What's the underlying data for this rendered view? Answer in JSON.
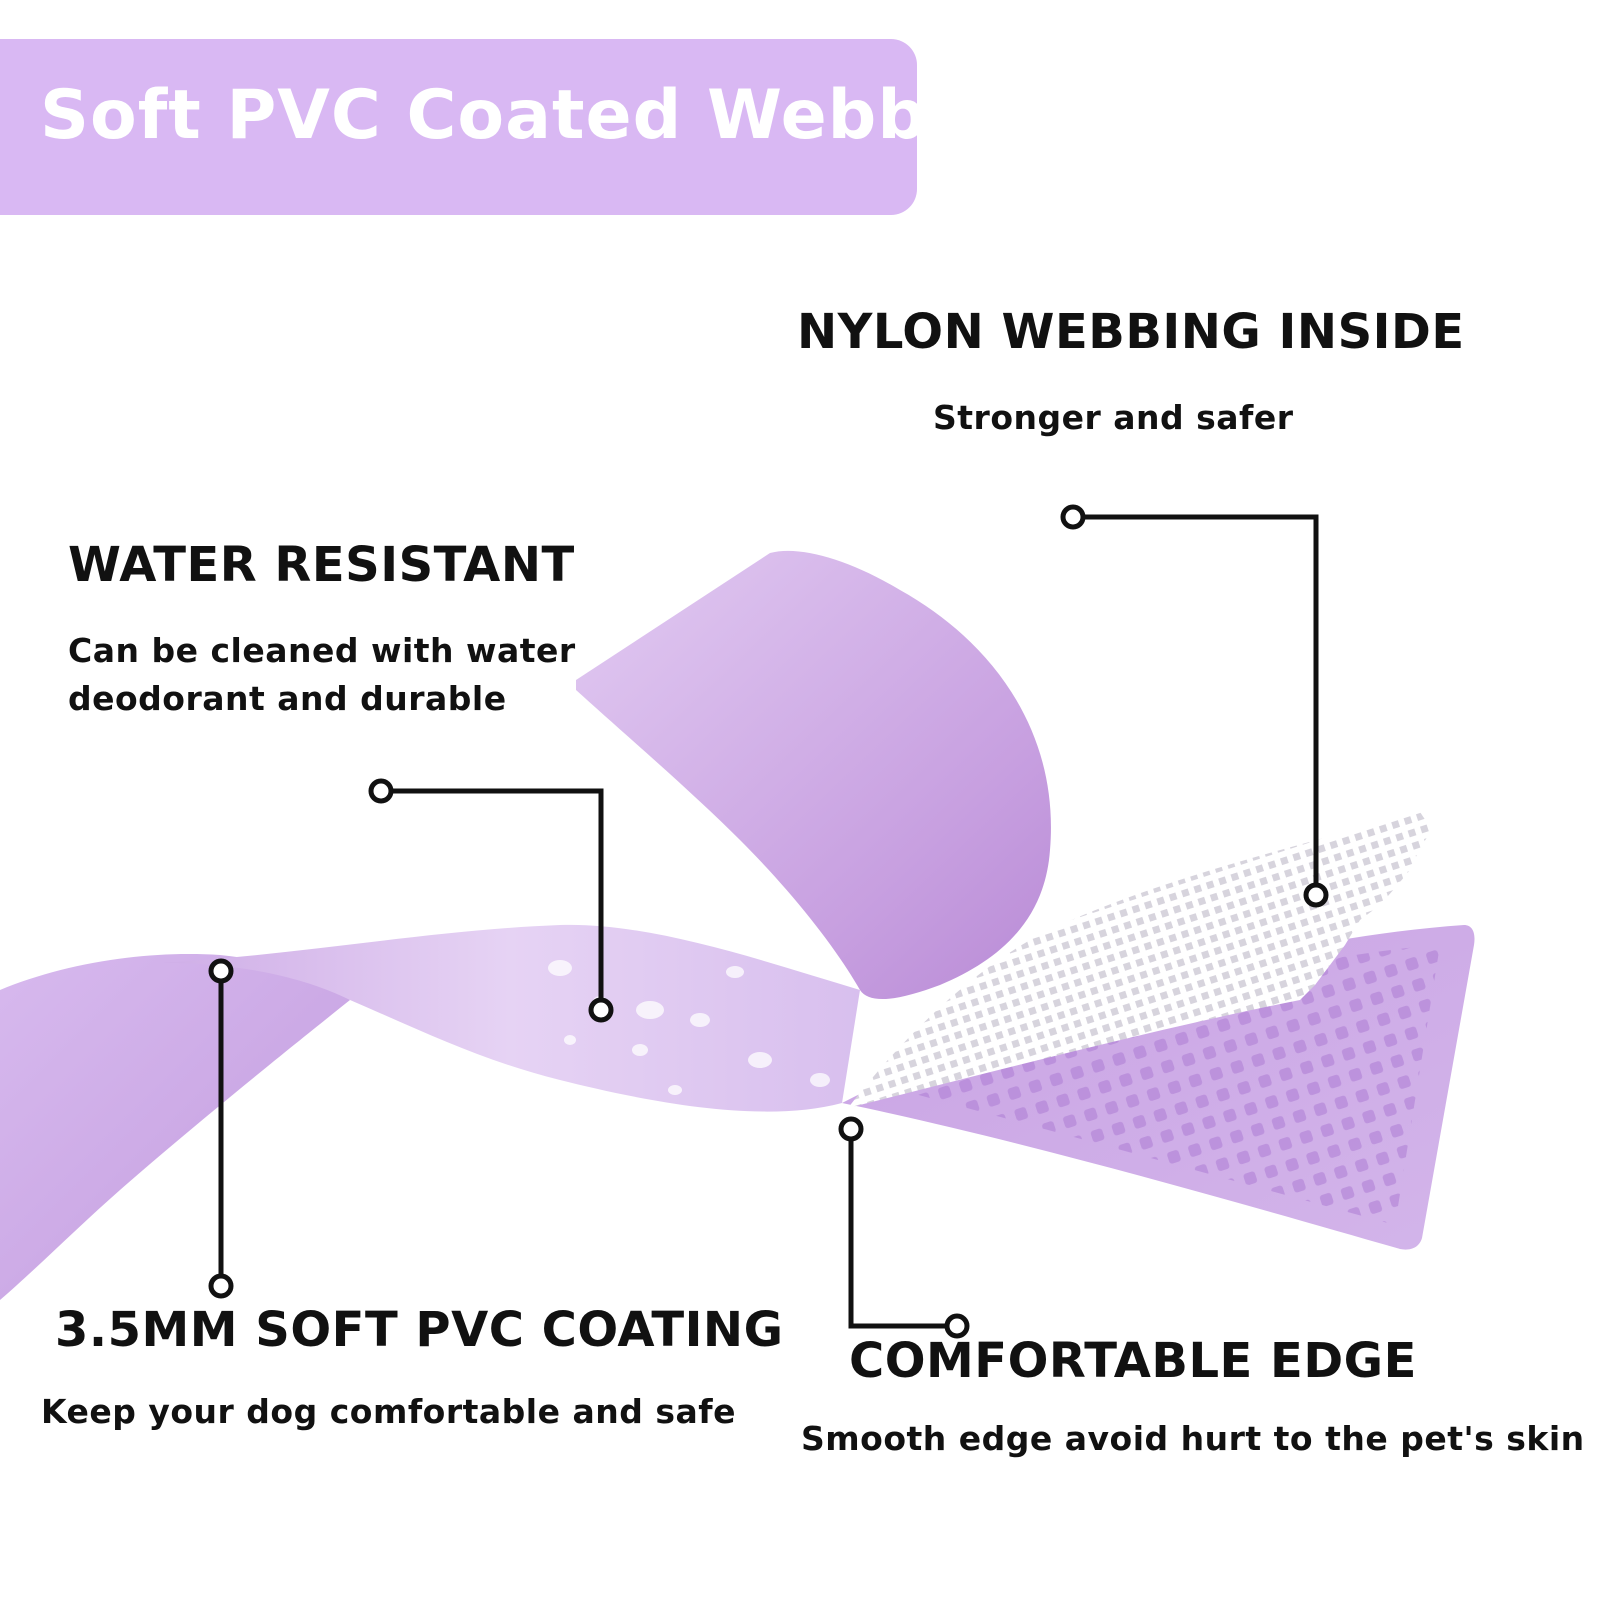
{
  "banner": {
    "title": "Soft PVC Coated Webbing",
    "color": "#d9b8f3"
  },
  "features": {
    "nylon": {
      "heading": "NYLON WEBBING INSIDE",
      "description": "Stronger and safer"
    },
    "water": {
      "heading": "WATER RESISTANT",
      "description_line1": "Can be cleaned with water",
      "description_line2": "deodorant and durable"
    },
    "coating": {
      "heading": "3.5MM SOFT PVC COATING",
      "description": "Keep your dog comfortable and safe"
    },
    "edge": {
      "heading": "COMFORTABLE EDGE",
      "description": "Smooth edge avoid hurt to the pet's skin"
    }
  },
  "colors": {
    "strap_light": "#e2cbf2",
    "strap_mid": "#c9a4e2",
    "strap_dark": "#b88ad6",
    "mesh": "#f4f2f6",
    "callout": "#111111"
  }
}
